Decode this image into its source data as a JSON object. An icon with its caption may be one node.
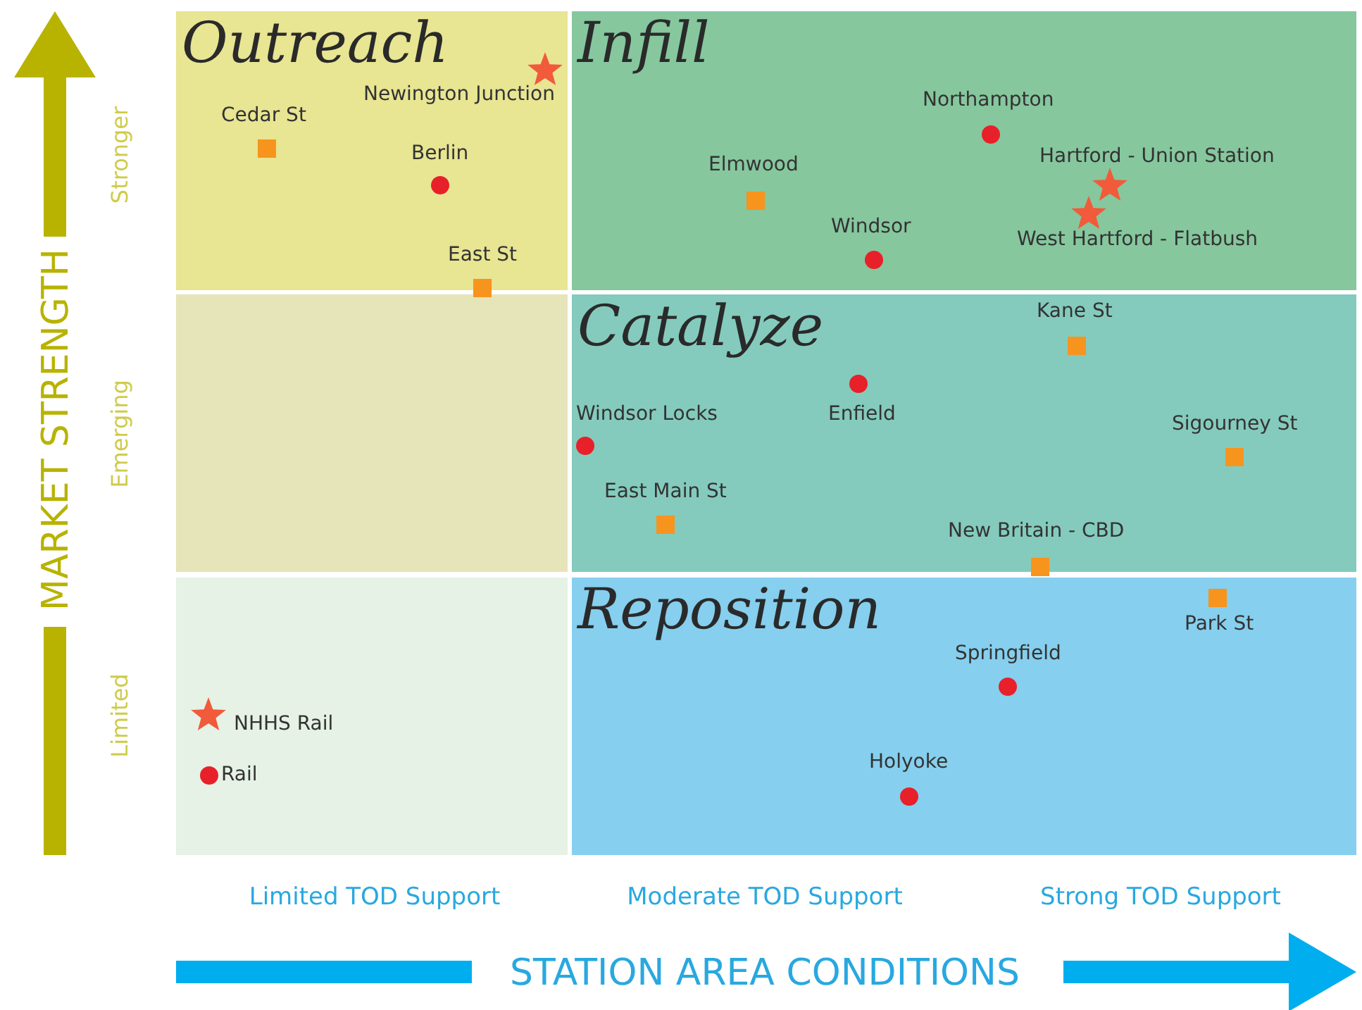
{
  "diagram": {
    "nodes": [
      {
        "text": [
          "Outreach"
        ]
      },
      {
        "text": [
          "Infill"
        ]
      },
      {
        "text": [],
        "shape": "box"
      },
      {
        "text": [
          "Catalyze"
        ]
      },
      {
        "text": [],
        "shape": "box"
      },
      {
        "text": [
          "Reposition"
        ]
      }
    ],
    "labels": [
      "MARKET STRENGTH",
      "Stronger",
      "Emerging",
      "Limited",
      "Newington Junction",
      "Cedar St",
      "Berlin",
      "East St",
      "Northampton",
      "Hartford - Union Station",
      "Elmwood",
      "Windsor",
      "West Hartford - Flatbush",
      "Kane St",
      "Enfield",
      "Windsor Locks",
      "Sigourney St",
      "East Main St",
      "New Britain - CBD",
      "Park St",
      "Springfield",
      "Holyoke",
      "Limited TOD Support",
      "Moderate TOD Support",
      "Strong TOD Support",
      "STATION AREA CONDITIONS"
    ],
    "legend": [
      {
        "text": "NHHS Rail"
      },
      {
        "text": "Rail"
      }
    ]
  }
}
